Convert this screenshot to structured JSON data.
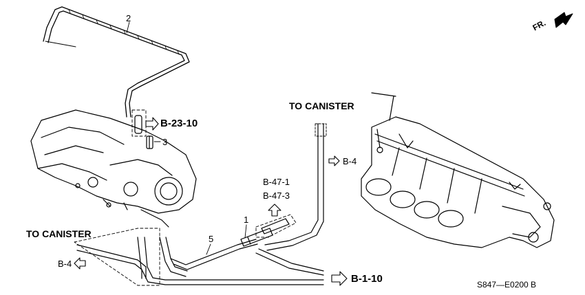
{
  "labels": {
    "part_1": "1",
    "part_2": "2",
    "part_3": "3",
    "part_5": "5",
    "to_canister_top": "TO CANISTER",
    "to_canister_left": "TO CANISTER",
    "ref_b23_10": "B-23-10",
    "ref_b4_right": "B-4",
    "ref_b4_left": "B-4",
    "ref_b47_1": "B-47-1",
    "ref_b47_3": "B-47-3",
    "ref_b1_10": "B-1-10",
    "direction": "FR.",
    "diagram_code": "S847—E0200 B"
  },
  "colors": {
    "line": "#000000",
    "background": "#ffffff"
  }
}
